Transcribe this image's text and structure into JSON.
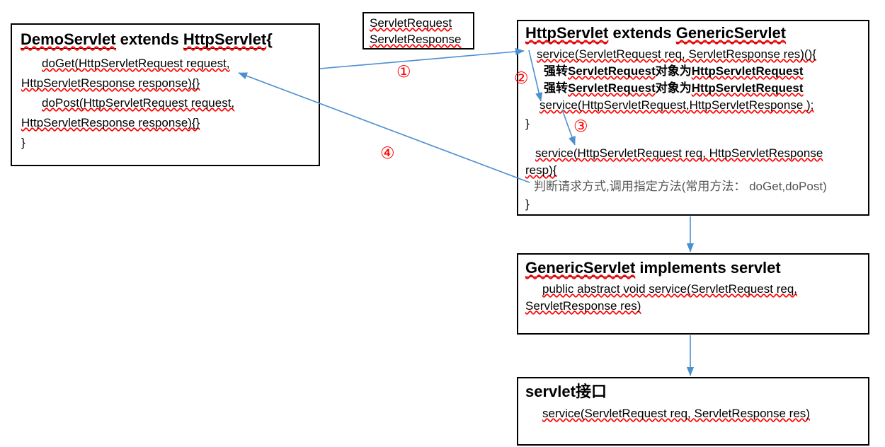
{
  "diagram": {
    "title": "Servlet inheritance / request dispatch flow",
    "accent_color": "#4a8fd0",
    "marker_color": "#ff0000",
    "box_border_color": "#000000",
    "background": "#ffffff"
  },
  "demo_servlet": {
    "header": "DemoServlet  extends HttpServlet{",
    "header_a": "DemoServlet",
    "header_mid": "  extends ",
    "header_b": "HttpServlet",
    "header_brace": "{",
    "lines": [
      "doGet(HttpServletRequest request,",
      "HttpServletResponse response){}",
      "doPost(HttpServletRequest request,",
      "HttpServletResponse response){}",
      "}"
    ]
  },
  "param_note": {
    "line1": "ServletRequest",
    "line2": "ServletResponse"
  },
  "http_servlet": {
    "header": "HttpServlet extends GenericServlet",
    "header_a": "HttpServlet",
    "header_mid": " extends ",
    "header_b": "GenericServlet",
    "line1": "service(ServletRequest req, ServletResponse res)(){",
    "cjk1_prefix": "强转",
    "cjk1_a": "ServletRequest",
    "cjk1_mid": "对象为",
    "cjk1_b": "HttpServletRequest",
    "cjk2_prefix": "强转",
    "cjk2_a": "ServletRequest",
    "cjk2_mid": "对象为",
    "cjk2_b": "HttpServletRequest",
    "line4": "service(HttpServletRequest,HttpServletResponse );",
    "line5": "}",
    "line6": "service(HttpServletRequest req, HttpServletResponse",
    "line7": "resp){",
    "line8": "判断请求方式,调用指定方法(常用方法：  doGet,doPost)",
    "line9": "}"
  },
  "generic_servlet": {
    "header": "GenericServlet  implements  servlet",
    "header_a": "GenericServlet",
    "header_rest": "  implements  servlet",
    "line1": "public abstract void service(ServletRequest req,",
    "line2": "ServletResponse res)"
  },
  "servlet_interface": {
    "header": "servlet接口",
    "header_a": "servlet",
    "header_b": "接口",
    "line1": "service(ServletRequest req, ServletResponse res)"
  },
  "markers": {
    "one": "①",
    "two": "②",
    "three": "③",
    "four": "④"
  }
}
